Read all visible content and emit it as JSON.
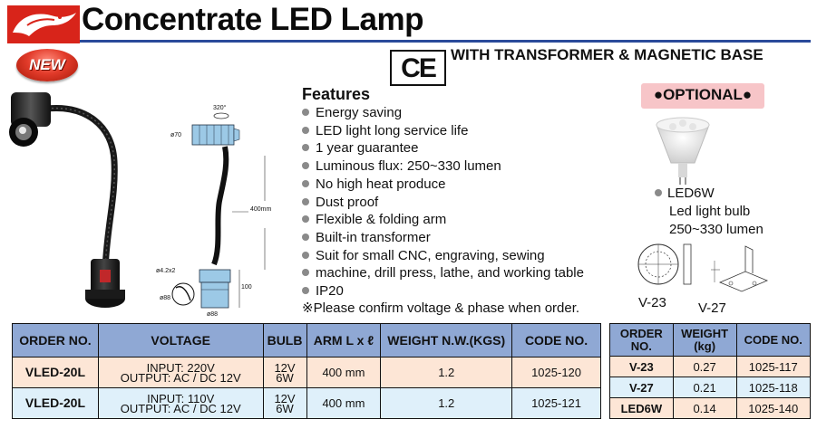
{
  "header": {
    "title": "Concentrate LED Lamp",
    "badge": "NEW",
    "ce_mark": "CE",
    "subtitle": "WITH TRANSFORMER & MAGNETIC BASE"
  },
  "drawing_labels": {
    "rotation": "320°",
    "head_dia": "ø70",
    "arm_length": "400mm",
    "cable_dia": "ø4.2x2",
    "base_height": "100",
    "base_dia": "ø88",
    "base_dia_2": "ø88"
  },
  "features": {
    "title": "Features",
    "items": [
      "Energy saving",
      "LED light long service life",
      "1 year guarantee",
      "Luminous flux: 250~330 lumen",
      "No high heat produce",
      "Dust proof",
      "Flexible & folding arm",
      "Built-in transformer",
      "Suit for small CNC, engraving, sewing",
      "machine, drill press, lathe, and working table",
      "IP20"
    ],
    "note": "※Please confirm voltage & phase when order."
  },
  "optional": {
    "label": "●OPTIONAL●",
    "bulb_name": "LED6W",
    "bulb_desc": "Led light bulb",
    "bulb_lumen": "250~330 lumen",
    "v23_label": "V-23",
    "v27_label": "V-27"
  },
  "main_table": {
    "headers": [
      "ORDER NO.",
      "VOLTAGE",
      "BULB",
      "ARM L x ℓ",
      "WEIGHT N.W.(KGS)",
      "CODE NO."
    ],
    "rows": [
      {
        "order": "VLED-20L",
        "voltage_1": "INPUT: 220V",
        "voltage_2": "OUTPUT: AC / DC 12V",
        "bulb_1": "12V",
        "bulb_2": "6W",
        "arm": "400 mm",
        "weight": "1.2",
        "code": "1025-120"
      },
      {
        "order": "VLED-20L",
        "voltage_1": "INPUT: 110V",
        "voltage_2": "OUTPUT: AC / DC 12V",
        "bulb_1": "12V",
        "bulb_2": "6W",
        "arm": "400 mm",
        "weight": "1.2",
        "code": "1025-121"
      }
    ]
  },
  "optional_table": {
    "headers": [
      {
        "line1": "ORDER",
        "line2": "NO."
      },
      {
        "line1": "WEIGHT",
        "line2": "(kg)"
      },
      {
        "line1": "CODE NO.",
        "line2": ""
      }
    ],
    "rows": [
      {
        "order": "V-23",
        "weight": "0.27",
        "code": "1025-117"
      },
      {
        "order": "V-27",
        "weight": "0.21",
        "code": "1025-118"
      },
      {
        "order": "LED6W",
        "weight": "0.14",
        "code": "1025-140"
      }
    ]
  },
  "colors": {
    "header_fill": "#8fa8d4",
    "row_peach": "#fde6d6",
    "row_blue": "#dff0fa",
    "optional_pink": "#f7c5c8",
    "rule_blue": "#2a4a9a",
    "logo_red": "#d8241a"
  }
}
